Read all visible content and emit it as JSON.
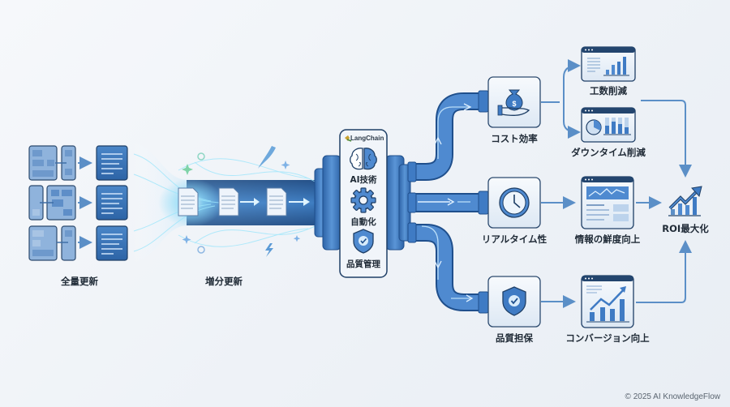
{
  "stages": {
    "full_update": {
      "label": "全量更新"
    },
    "incremental_update": {
      "label": "増分更新"
    }
  },
  "hub": {
    "brand": "LangChain",
    "items": [
      {
        "icon": "brain-icon",
        "label": "AI技術"
      },
      {
        "icon": "gear-icon",
        "label": "自動化"
      },
      {
        "icon": "shield-check-icon",
        "label": "品質管理"
      }
    ]
  },
  "benefits": [
    {
      "icon": "money-bag-hand-icon",
      "label": "コスト効率"
    },
    {
      "icon": "clock-icon",
      "label": "リアルタイム性"
    },
    {
      "icon": "shield-check-icon",
      "label": "品質担保"
    }
  ],
  "outcomes": [
    {
      "icon": "bar-chart-window-icon",
      "label": "工数削減"
    },
    {
      "icon": "pie-bar-window-icon",
      "label": "ダウンタイム削減"
    },
    {
      "icon": "line-chart-window-icon",
      "label": "情報の鮮度向上"
    },
    {
      "icon": "growth-chart-window-icon",
      "label": "コンバージョン向上"
    }
  ],
  "goal": {
    "icon": "roi-growth-icon",
    "label": "ROI最大化"
  },
  "colors": {
    "pipe": "#3f7bc4",
    "pipe_dark": "#1f4f8c",
    "pipe_light": "#7fb2e6",
    "arrow": "#5b8fc7",
    "glow": "#7fd3f5",
    "card_bg": "#eef3f9",
    "card_border": "#2c4a6e"
  },
  "footer": "© 2025 AI KnowledgeFlow"
}
